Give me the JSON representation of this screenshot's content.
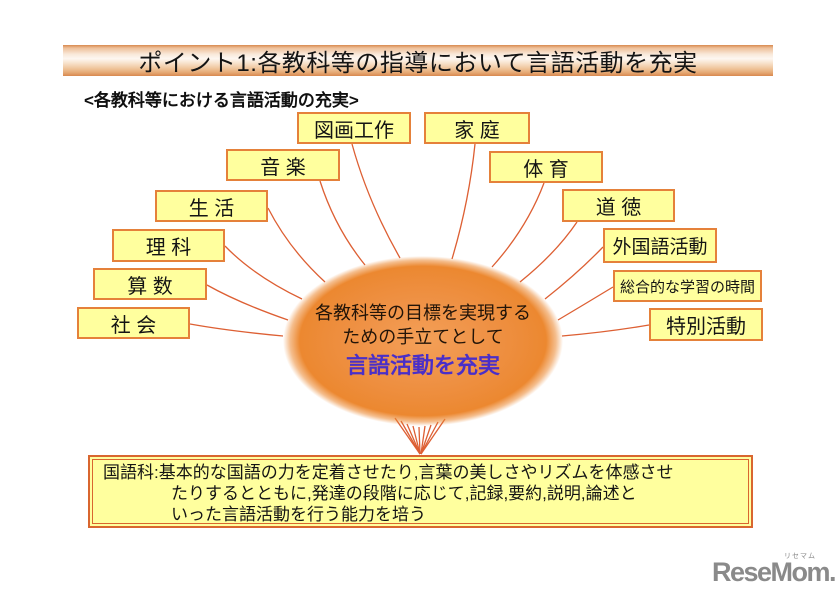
{
  "header": {
    "title": "ポイント1:各教科等の指導において言語活動を充実",
    "subtitle": "<各教科等における言語活動の充実>"
  },
  "center": {
    "line1": "各教科等の目標を実現する",
    "line2": "ための手立てとして",
    "line3": "言語活動を充実"
  },
  "subjects": [
    {
      "id": "zuga",
      "label": "図画工作"
    },
    {
      "id": "katei",
      "label": "家 庭"
    },
    {
      "id": "ongaku",
      "label": "音 楽"
    },
    {
      "id": "taiiku",
      "label": "体 育"
    },
    {
      "id": "seikatsu",
      "label": "生 活"
    },
    {
      "id": "dotoku",
      "label": "道 徳"
    },
    {
      "id": "rika",
      "label": "理 科"
    },
    {
      "id": "gaikokugo",
      "label": "外国語活動"
    },
    {
      "id": "sansu",
      "label": "算 数"
    },
    {
      "id": "sogo",
      "label": "総合的な学習の時間"
    },
    {
      "id": "shakai",
      "label": "社 会"
    },
    {
      "id": "tokubetsu",
      "label": "特別活動"
    }
  ],
  "kokugo": {
    "lines": [
      "国語科:基本的な国語の力を定着させたり,言葉の美しさやリズムを体感させ",
      "たりするとともに,発達の段階に応じて,記録,要約,説明,論述と",
      "いった言語活動を行う能力を培う"
    ]
  },
  "logo": {
    "text": "ReseMom.",
    "kana": "リセマム"
  },
  "colors": {
    "banner_orange": "#d8894f",
    "box_fill": "#ffff9e",
    "box_border": "#e5813a",
    "line_orange": "#dd5f33",
    "ellipse_orange": "#ed8c3a",
    "emphasis_blue": "#4a2fc8",
    "logo_gray": "#8a8a8a"
  }
}
